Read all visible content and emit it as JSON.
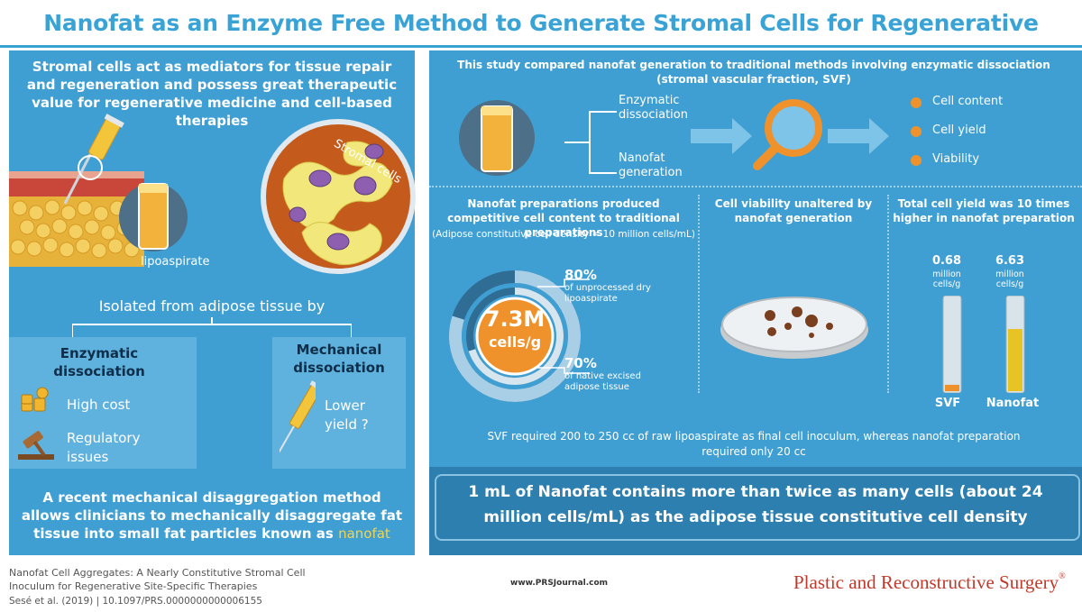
{
  "title": "Nanofat as an Enzyme Free Method to Generate Stromal Cells for Regenerative Therapies",
  "left": {
    "intro": "Stromal cells act as mediators for tissue repair and regeneration and possess great therapeutic value for regenerative medicine and cell-based therapies",
    "stromal_label": "Stromal cells",
    "lipoaspirate_label": "lipoaspirate",
    "isolated_label": "Isolated from adipose tissue by",
    "enzymatic": {
      "title": "Enzymatic dissociation",
      "item1": "High cost",
      "item2": "Regulatory issues"
    },
    "mechanical": {
      "title": "Mechanical dissociation",
      "item1": "Lower yield ?"
    },
    "conclusion_prefix": "A recent mechanical disaggregation method allows clinicians to mechanically disaggregate fat tissue into small fat particles known as ",
    "conclusion_highlight": "nanofat"
  },
  "right": {
    "study": "This study compared nanofat generation to traditional methods involving enzymatic dissociation (stromal vascular fraction, SVF)",
    "branch1": "Enzymatic dissociation",
    "branch2": "Nanofat generation",
    "outcomes": [
      "Cell content",
      "Cell yield",
      "Viability"
    ],
    "col1": {
      "title": "Nanofat preparations produced competitive cell content to traditional preparations",
      "note": "(Adipose constitutive cell density = 10 million cells/mL)",
      "big_value": "7.3M",
      "big_unit": "cells/g",
      "p1_value": "80%",
      "p1_label": "of unprocessed dry lipoaspirate",
      "p2_value": "70%",
      "p2_label": "of native excised adipose tissue",
      "ring_outer_fraction": 0.8,
      "ring_inner_fraction": 0.7
    },
    "col2": {
      "title": "Cell viability unaltered by nanofat generation"
    },
    "col3": {
      "title": "Total cell yield was 10 times higher in nanofat preparation",
      "svf_value": "0.68",
      "svf_unit": "million cells/g",
      "svf_label": "SVF",
      "nano_value": "6.63",
      "nano_unit": "million cells/g",
      "nano_label": "Nanofat",
      "svf_number": 0.68,
      "nano_number": 6.63
    },
    "svf_note": "SVF required 200 to 250 cc of raw lipoaspirate as final cell inoculum, whereas nanofat preparation required only 20 cc",
    "conclusion": "1 mL of Nanofat contains more than twice as many cells (about 24 million cells/mL) as the adipose tissue constitutive cell density"
  },
  "footer": {
    "ref_title": "Nanofat Cell Aggregates: A Nearly Constitutive Stromal Cell Inoculum for Regenerative  Site-Specific Therapies",
    "ref_authors": "Sesé et al. (2019) | 10.1097/PRS.0000000000006155",
    "website": "www.PRSJournal.com",
    "journal": "Plastic and Reconstructive Surgery",
    "journal_mark": "®"
  },
  "colors": {
    "panel_blue": "#3f9fd3",
    "title_blue": "#3aa3d6",
    "orange": "#f0922b",
    "highlight_yellow": "#f6d34a",
    "journal_red": "#c0392b"
  }
}
